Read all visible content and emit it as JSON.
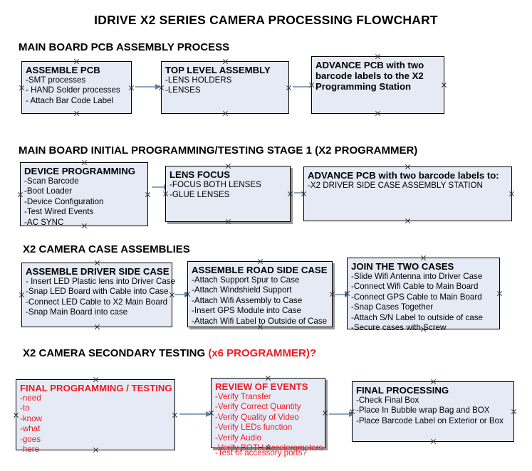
{
  "document": {
    "title": "IDRIVE X2  SERIES CAMERA PROCESSING FLOWCHART"
  },
  "sections": [
    {
      "heading": "MAIN BOARD PCB ASSEMBLY PROCESS",
      "heading_accent": "",
      "nodes": [
        {
          "title": "ASSEMBLE PCB",
          "lines": [
            "-SMT processes",
            "- HAND Solder processes",
            "- Attach Bar Code Label"
          ]
        },
        {
          "title": "TOP LEVEL ASSEMBLY",
          "lines": [
            "-LENS HOLDERS",
            "-LENSES"
          ]
        },
        {
          "title": "ADVANCE PCB with two barcode labels to the  X2 Programming Station",
          "lines": []
        }
      ]
    },
    {
      "heading": "MAIN BOARD INITIAL PROGRAMMING/TESTING STAGE 1 (X2 PROGRAMMER)",
      "heading_accent": "",
      "nodes": [
        {
          "title": "DEVICE PROGRAMMING",
          "lines": [
            "-Scan Barcode",
            "-Boot Loader",
            "-Device Configuration",
            "-Test Wired Events",
            "-AC SYNC"
          ]
        },
        {
          "title": "LENS FOCUS",
          "lines": [
            "-FOCUS BOTH LENSES",
            "-GLUE LENSES"
          ]
        },
        {
          "title": "ADVANCE PCB with two barcode labels to:",
          "lines": [
            "-X2 DRIVER  SIDE  CASE  ASSEMBLY STATION"
          ]
        }
      ]
    },
    {
      "heading": "X2 CAMERA CASE ASSEMBLIES",
      "heading_accent": "",
      "nodes": [
        {
          "title": "ASSEMBLE DRIVER SIDE CASE",
          "lines": [
            "- Insert LED Plastic lens into Driver Case",
            "-Snap LED Board with Cable into Case",
            "-Connect LED Cable to X2 Main Board",
            "-Snap Main Board into case"
          ]
        },
        {
          "title": "ASSEMBLE ROAD SIDE CASE",
          "lines": [
            "-Attach Support Spur to Case",
            "-Attach Windshield Support",
            "-Attach Wifi Assembly to Case",
            "-Insert GPS Module into Case",
            "-Attach Wifi Label to Outside of Case"
          ]
        },
        {
          "title": "JOIN THE TWO CASES",
          "lines": [
            "-Slide Wifi Antenna into Driver Case",
            "-Connect Wifi Cable to Main Board",
            "-Connect GPS Cable to Main Board",
            "-Snap Cases Together",
            "-Attach S/N Label to outside of case",
            "-Secure cases with Screw"
          ]
        }
      ]
    },
    {
      "heading": "X2 CAMERA SECONDARY TESTING ",
      "heading_accent": "(x6 PROGRAMMER)?",
      "nodes": [
        {
          "title": "FINAL PROGRAMMING / TESTING",
          "lines": [
            "-need",
            "-to",
            "-know",
            "-what",
            "-goes",
            "-here"
          ]
        },
        {
          "title": "REVIEW OF EVENTS",
          "lines": [
            "-Verify Transfer",
            "-Verify Correct Quantity",
            "-Verify Quality of Video",
            "-Verify LEDs function",
            "-Verify Audio",
            "-Verify BOTH Accelerometers"
          ],
          "overflow_line": "-Test of accessory ports?"
        },
        {
          "title": "FINAL PROCESSING",
          "lines": [
            " -Check Final Box",
            "-Place In Bubble wrap Bag and BOX",
            "-Place Barcode Label on Exterior or Box"
          ]
        }
      ]
    }
  ],
  "colors": {
    "node_fill": "#e5eaf5",
    "node_border": "#000000",
    "arrow": "#8ba4bf",
    "accent_red": "#ec1c24",
    "text": "#000000",
    "shadow": "#9a9a9a"
  }
}
